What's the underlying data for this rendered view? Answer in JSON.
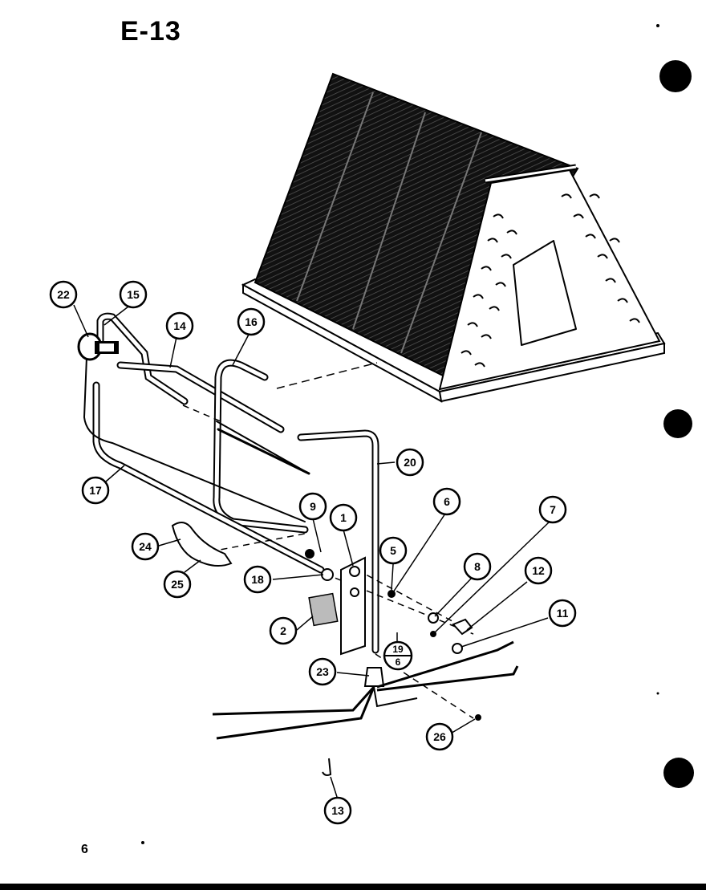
{
  "diagram_id": "E-13",
  "page_number": "6",
  "callouts": [
    {
      "label": "1"
    },
    {
      "label": "2"
    },
    {
      "label": "5"
    },
    {
      "label": "6"
    },
    {
      "label": "7"
    },
    {
      "label": "8"
    },
    {
      "label": "9"
    },
    {
      "label": "11"
    },
    {
      "label": "12"
    },
    {
      "label": "13"
    },
    {
      "label": "14"
    },
    {
      "label": "15"
    },
    {
      "label": "16"
    },
    {
      "label": "17"
    },
    {
      "label": "18"
    },
    {
      "label": "20"
    },
    {
      "label": "22"
    },
    {
      "label": "23"
    },
    {
      "label": "24"
    },
    {
      "label": "25"
    },
    {
      "label": "26"
    }
  ],
  "split_callout": {
    "top": "19",
    "bottom": "6"
  }
}
